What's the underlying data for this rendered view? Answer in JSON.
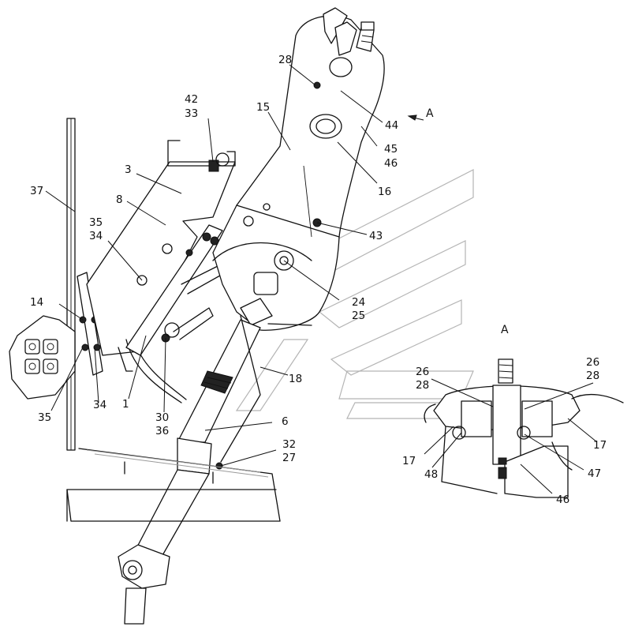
{
  "view_label": "A",
  "arrow_label": "A",
  "callouts": {
    "c28_top": "28",
    "c42": "42",
    "c33": "33",
    "c15": "15",
    "c44": "44",
    "c45": "45",
    "c46_main": "46",
    "c16": "16",
    "c3": "3",
    "c37": "37",
    "c8": "8",
    "c43": "43",
    "c35_a": "35",
    "c34_a": "34",
    "c24": "24",
    "c25": "25",
    "c14": "14",
    "c18": "18",
    "c35_b": "35",
    "c34_b": "34",
    "c1": "1",
    "c30": "30",
    "c36": "36",
    "c6": "6",
    "c32": "32",
    "c27": "27",
    "v26_left": "26",
    "v28_left": "28",
    "v26_right": "26",
    "v28_right": "28",
    "v17_left": "17",
    "v48": "48",
    "v17_right": "17",
    "v47": "47",
    "v46": "46"
  }
}
